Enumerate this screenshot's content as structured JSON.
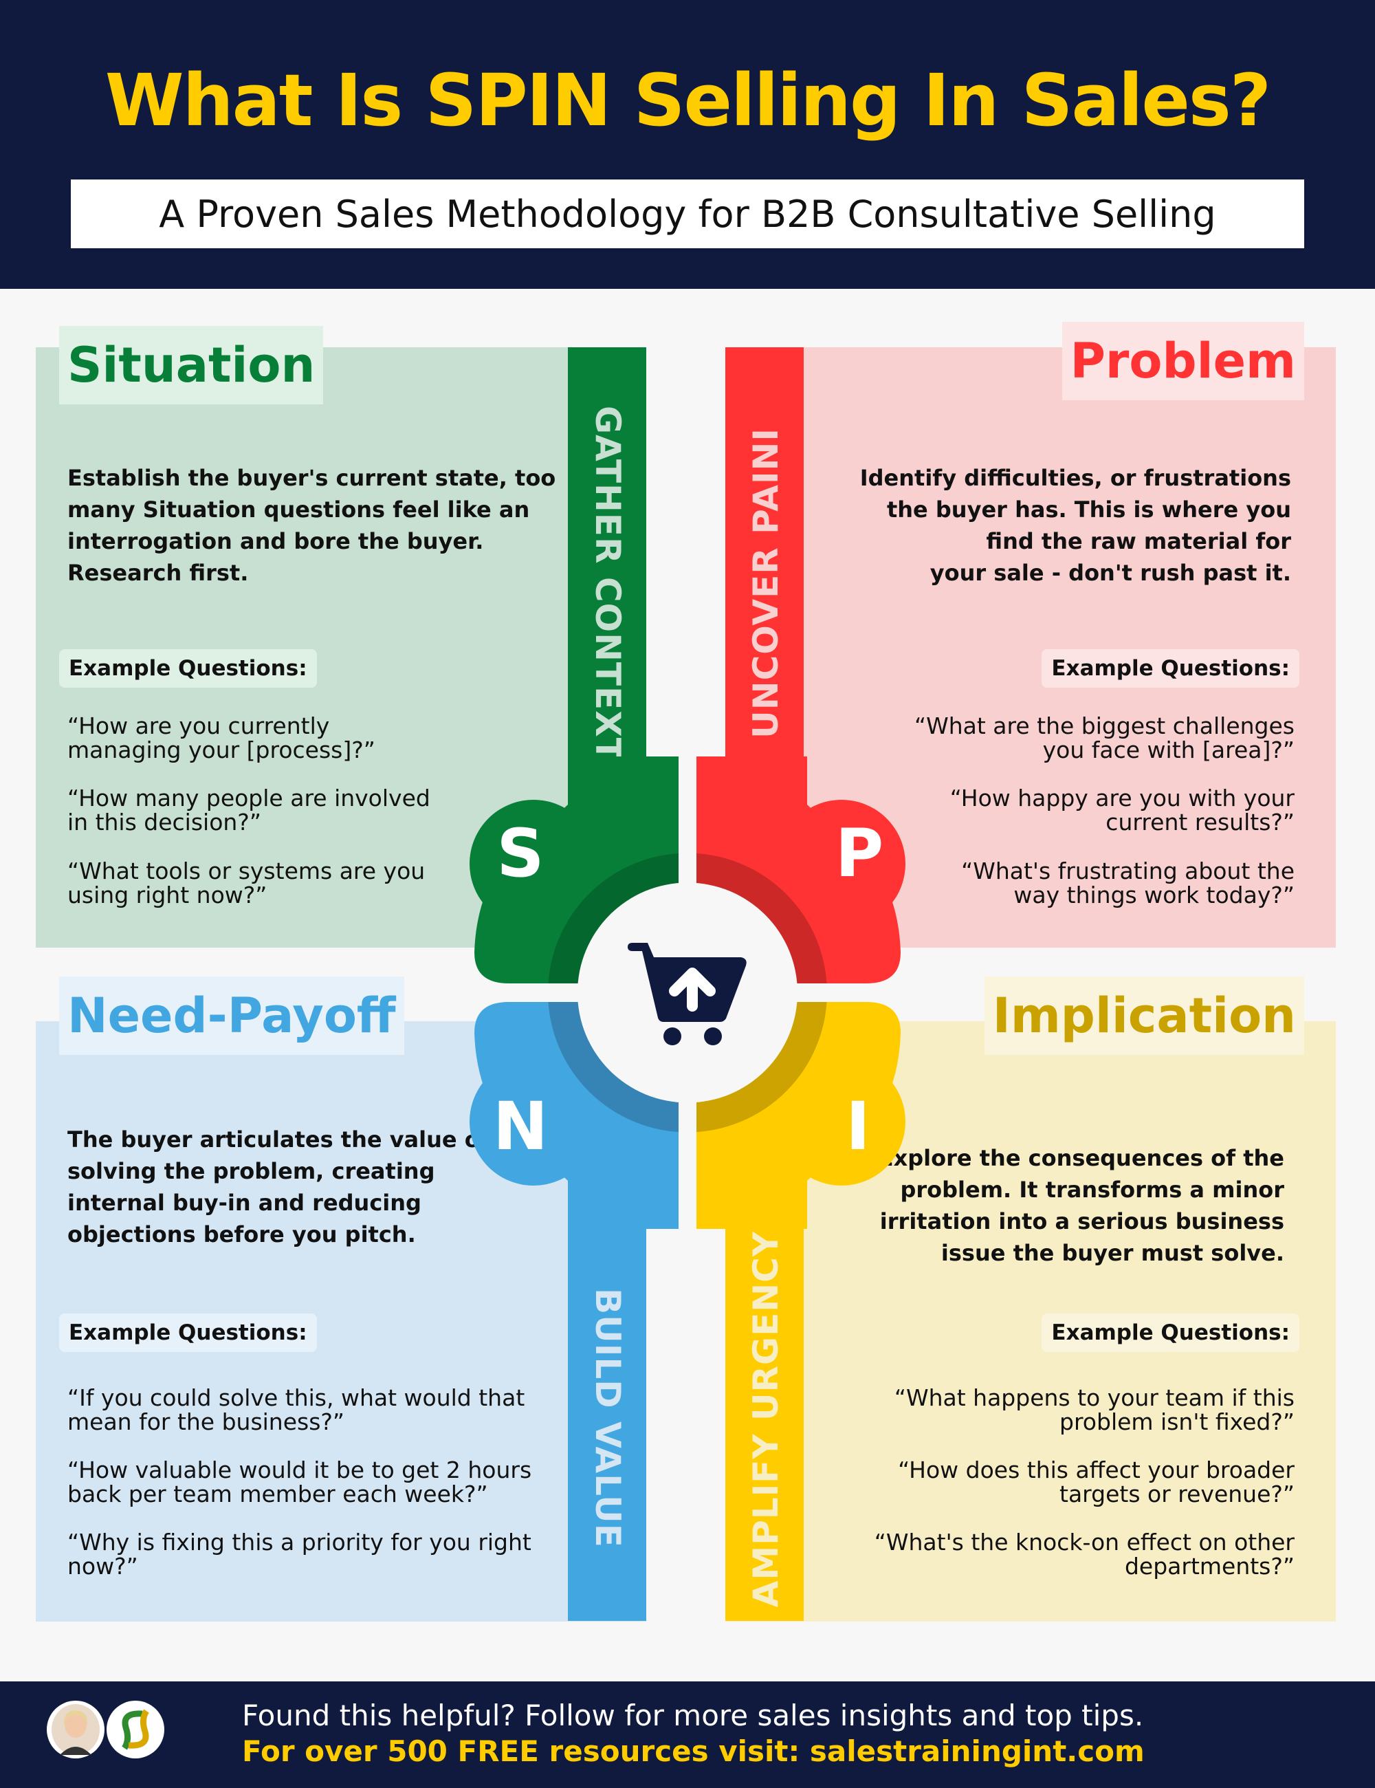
{
  "header": {
    "title": "What Is SPIN Selling In Sales?",
    "subtitle": "A Proven Sales Methodology for B2B Consultative Selling"
  },
  "colors": {
    "navy": "#0f1a3e",
    "yellow": "#ffcc00",
    "green": "#087f38",
    "red": "#ff3333",
    "blue": "#42a6e0",
    "gold": "#ffcc00"
  },
  "quadrants": {
    "situation": {
      "letter": "S",
      "title": "Situation",
      "tagline": "GATHER CONTEXT",
      "body": "Establish the buyer's current state, too\nmany Situation questions feel like an\ninterrogation and bore the buyer.\nResearch first.",
      "examples_label": "Example Questions:",
      "questions": [
        "“How are you currently\nmanaging your [process]?”",
        "“How many people are involved\nin this decision?”",
        "“What tools or systems are you\nusing right now?”"
      ]
    },
    "problem": {
      "letter": "P",
      "title": "Problem",
      "tagline": "UNCOVER PAINI",
      "body": "Identify difficulties, or frustrations\nthe buyer has. This is where you\nfind the raw material for\nyour sale - don't rush past it.",
      "examples_label": "Example Questions:",
      "questions": [
        "“What are the biggest challenges\nyou face with [area]?”",
        "“How happy are you with your\ncurrent results?”",
        "“What's frustrating about the\nway things work today?”"
      ]
    },
    "need_payoff": {
      "letter": "N",
      "title": "Need-Payoff",
      "tagline": "BUILD VALUE",
      "body": "The buyer articulates the value of\nsolving the problem, creating\ninternal buy-in and reducing\nobjections before you pitch.",
      "examples_label": "Example Questions:",
      "questions": [
        "“If you could solve this, what would that\nmean for the business?”",
        "“How valuable would it be to get 2 hours\nback per team member each week?”",
        "“Why is fixing this a priority for you right\nnow?”"
      ]
    },
    "implication": {
      "letter": "I",
      "title": "Implication",
      "tagline": "AMPLIFY URGENCY",
      "body": "Explore the consequences of the\nproblem. It transforms a minor\nirritation into a serious business\nissue the buyer must solve.",
      "examples_label": "Example Questions:",
      "questions": [
        "“What happens to your team if this\nproblem isn't fixed?”",
        "“How does this affect your broader\ntargets or revenue?”",
        "“What's the knock-on effect on other\ndepartments?”"
      ]
    }
  },
  "center_icon": "shopping-cart-up-arrow-icon",
  "footer": {
    "line1": "Found this helpful? Follow for more sales insights and top tips.",
    "line2": "For over 500 FREE resources visit: salestrainingint.com"
  }
}
